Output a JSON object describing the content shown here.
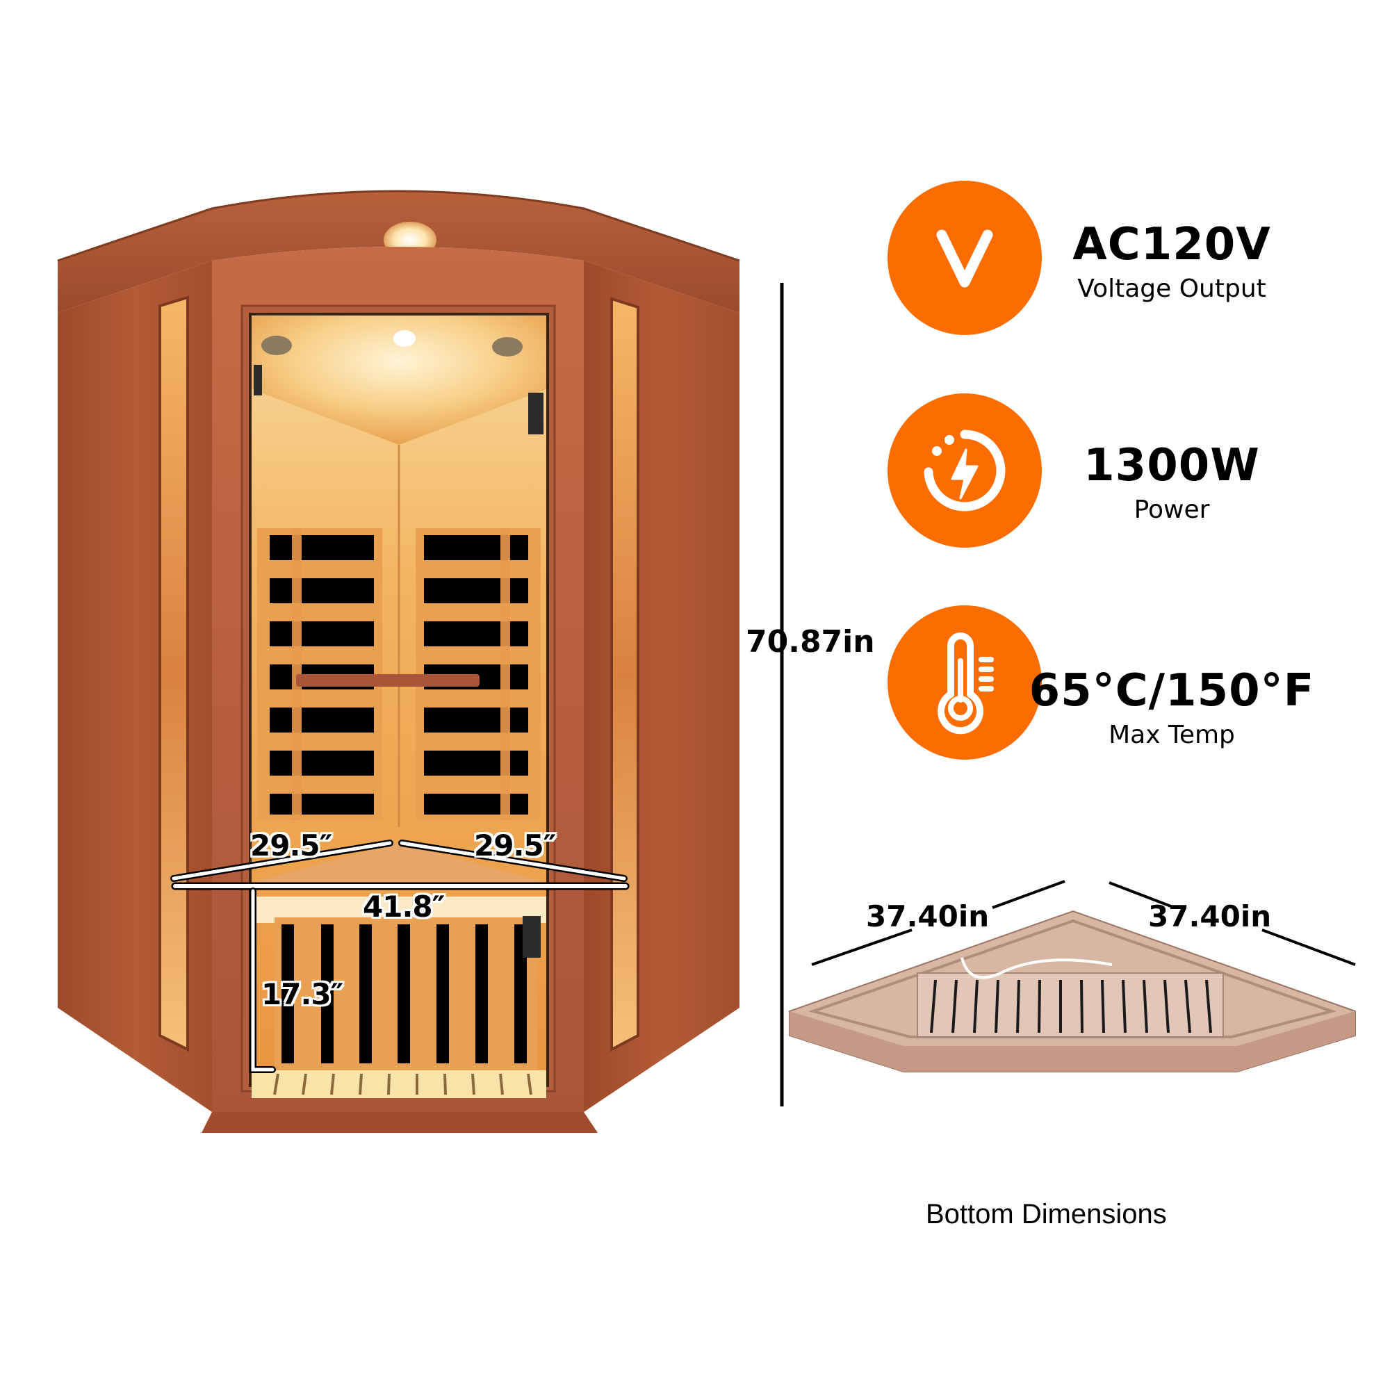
{
  "product": {
    "name": "Corner infrared sauna",
    "height_label": "70.87in"
  },
  "specs": [
    {
      "icon": "voltage-v-icon",
      "value": "AC120V",
      "label": "Voltage Output"
    },
    {
      "icon": "power-bolt-icon",
      "value": "1300W",
      "label": "Power"
    },
    {
      "icon": "thermometer-icon",
      "value": "65°C/150°F",
      "label": "Max Temp"
    }
  ],
  "interior_dimensions": {
    "left_wall": "29.5″",
    "right_wall": "29.5″",
    "front_width": "41.8″",
    "bench_height": "17.3″"
  },
  "bottom": {
    "left_side": "37.40in",
    "right_side": "37.40in",
    "caption": "Bottom Dimensions"
  },
  "colors": {
    "accent": "#fb6d00",
    "wood_dark": "#a4522f",
    "wood_mid": "#c0673f",
    "interior_glow": "#f7b25a",
    "base_wood": "#d9b9a8",
    "text": "#000000"
  }
}
